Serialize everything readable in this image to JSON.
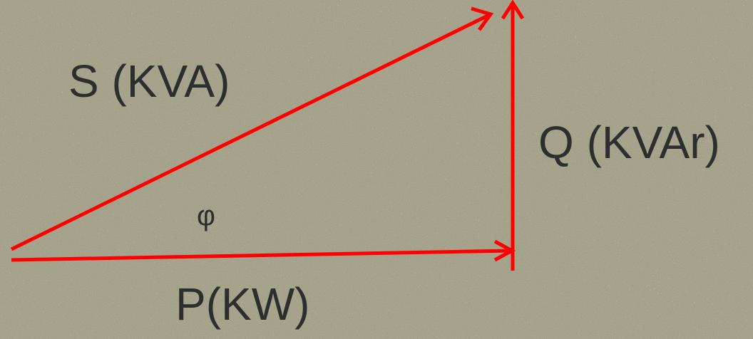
{
  "labels": {
    "apparent_power": "S (KVA)",
    "reactive_power": "Q (KVAr)",
    "real_power": "P(KW)",
    "phase_angle": "φ"
  },
  "colors": {
    "vector": "#ff0000",
    "text": "#2e2e2e",
    "background": "#a39f86"
  }
}
